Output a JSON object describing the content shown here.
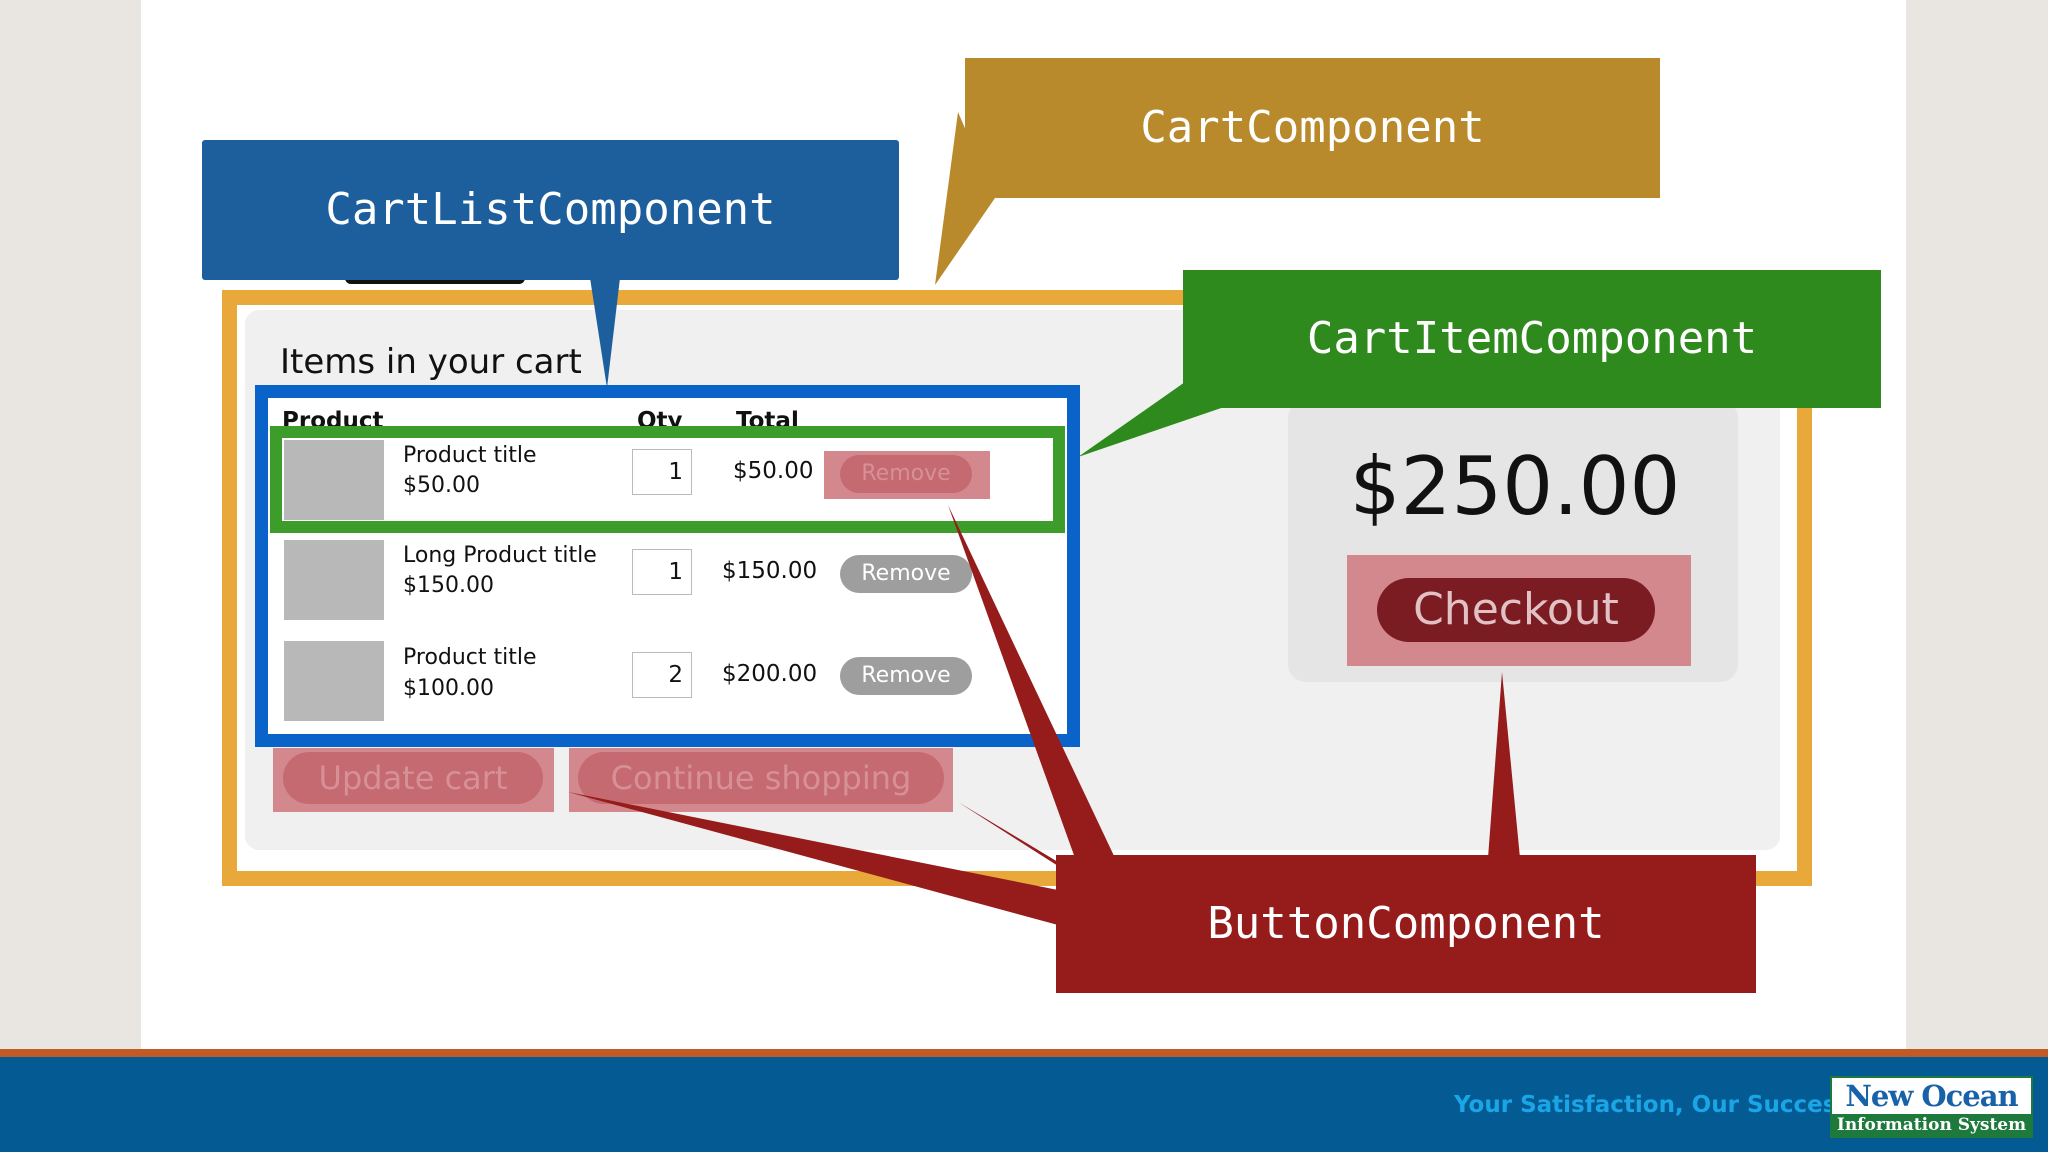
{
  "callouts": {
    "cart_list": "CartListComponent",
    "cart": "CartComponent",
    "cart_item": "CartItemComponent",
    "button": "ButtonComponent"
  },
  "cart": {
    "items_heading": "Items in your cart",
    "columns": {
      "product": "Product",
      "qty": "Qty",
      "total": "Total"
    },
    "rows": [
      {
        "title": "Product title",
        "price": "$50.00",
        "qty": "1",
        "total": "$50.00",
        "remove": "Remove"
      },
      {
        "title": "Long Product title",
        "price": "$150.00",
        "qty": "1",
        "total": "$150.00",
        "remove": "Remove"
      },
      {
        "title": "Product title",
        "price": "$100.00",
        "qty": "2",
        "total": "$200.00",
        "remove": "Remove"
      }
    ],
    "update_label": "Update cart",
    "continue_label": "Continue shopping",
    "grand_total": "$250.00",
    "checkout_label": "Checkout"
  },
  "footer": {
    "tagline": "Your Satisfaction, Our Success!",
    "logo_line1": "New Ocean",
    "logo_line2": "Information System"
  },
  "colors": {
    "cart_list": "#1d5f9c",
    "cart": "#b98a2c",
    "cart_item": "#2e8a1d",
    "button": "#961b1b",
    "footer": "#045a93"
  }
}
